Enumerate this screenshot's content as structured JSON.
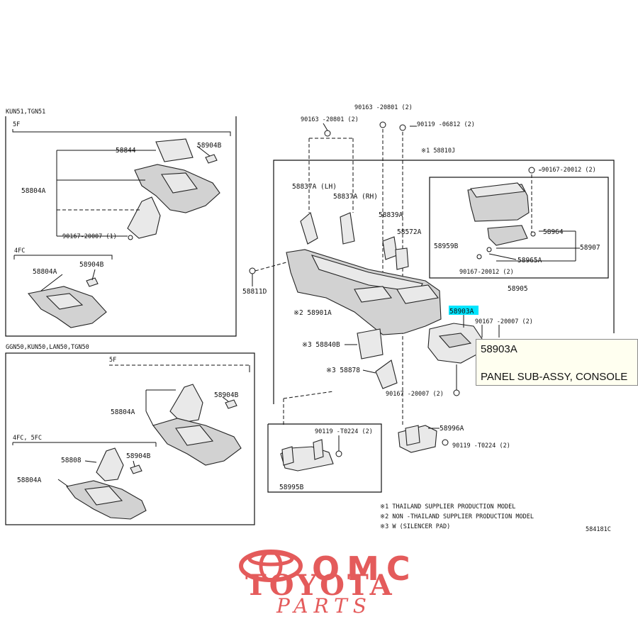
{
  "diagram": {
    "sections": {
      "top_left_header": "KUN51,TGN51",
      "top_left_sub_5f": "5F",
      "top_left_sub_4fc": "4FC",
      "bottom_left_header": "GGN50,KUN50,LAN50,TGN50",
      "bottom_left_sub_5f": "5F",
      "bottom_left_sub_4fc": "4FC, 5FC"
    },
    "labels": {
      "tl_58844": "58844",
      "tl_58904b_1": "58904B",
      "tl_58804a_1": "58804A",
      "tl_90167": "90167-20007 (1)",
      "tl_58804a_2": "58804A",
      "tl_58904b_2": "58904B",
      "bl_58904b_1": "58904B",
      "bl_58804a_1": "58804A",
      "bl_58808": "58808",
      "bl_58904b_2": "58904B",
      "bl_58804a_2": "58804A",
      "c_90163_a": "90163 -20801 (2)",
      "c_90163_b": "90163 -20801 (2)",
      "c_90119_a": "90119 -06812 (2)",
      "c_58810j": "※1 58810J",
      "c_90167_a": "90167-20012 (2)",
      "c_58837a": "58837A (LH)",
      "c_58837b": "58837A (RH)",
      "c_58839a": "58839A",
      "c_58572a": "58572A",
      "c_58964": "58964",
      "c_58959b": "58959B",
      "c_58907": "58907",
      "c_58965a": "58965A",
      "c_90167_b": "90167-20012 (2)",
      "c_58905": "58905",
      "c_58811d": "58811D",
      "c_58901a": "※2 58901A",
      "c_58903a": "58903A",
      "c_90167_c": "90167 -20007 (2)",
      "c_58840b": "※3 58840B",
      "c_58878": "※3 58878",
      "c_90167_d": "90167 -20007 (2)",
      "c_90119_b": "90119 -T0224 (2)",
      "c_58995b": "58995B",
      "c_58996a": "58996A",
      "c_90119_c": "90119 -T0224 (2)"
    },
    "notes": [
      "※1  THAILAND SUPPLIER PRODUCTION MODEL",
      "※2  NON -THAILAND SUPPLIER PRODUCTION MODEL",
      "※3  W (SILENCER PAD)"
    ],
    "figure_code": "584181C",
    "highlighted_part": "58903A",
    "highlight_color": "#00e5ff"
  },
  "tooltip": {
    "part_code": "58903A",
    "description": "PANEL SUB-ASSY, CONSOLE"
  },
  "logo": {
    "line1": "OMC",
    "line2": "TOYOTA",
    "line3": "PARTS",
    "color": "#e45b5b"
  }
}
